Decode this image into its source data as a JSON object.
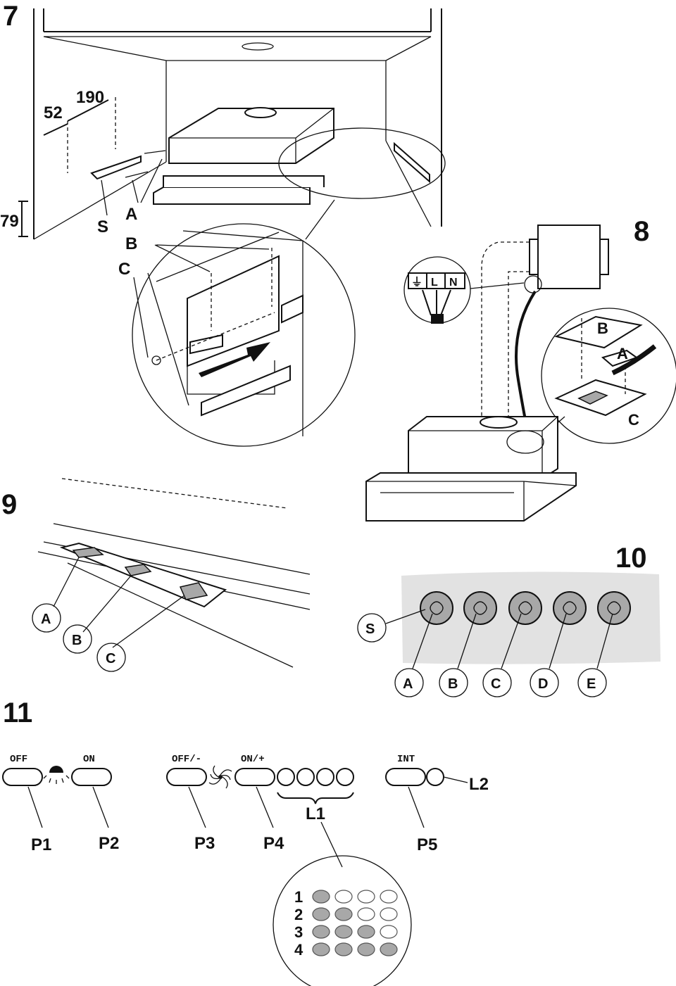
{
  "figures": {
    "fig7": {
      "number": "7",
      "dimensions": [
        "190",
        "52",
        "79"
      ],
      "labels": {
        "s": "S",
        "a": "A",
        "b": "B",
        "c": "C"
      }
    },
    "fig8": {
      "number": "8",
      "terminal": {
        "earth": "⏚",
        "l": "L",
        "n": "N"
      },
      "labels": {
        "a": "A",
        "b": "B",
        "c": "C"
      }
    },
    "fig9": {
      "number": "9",
      "labels": {
        "a": "A",
        "b": "B",
        "c": "C"
      }
    },
    "fig10": {
      "number": "10",
      "labels": {
        "s": "S",
        "a": "A",
        "b": "B",
        "c": "C",
        "d": "D",
        "e": "E"
      }
    },
    "fig11": {
      "number": "11",
      "buttons": {
        "off": "OFF",
        "on": "ON",
        "off_minus": "OFF/-",
        "on_plus": "ON/+",
        "int": "INT"
      },
      "labels": {
        "p1": "P1",
        "p2": "P2",
        "p3": "P3",
        "p4": "P4",
        "p5": "P5",
        "l1": "L1",
        "l2": "L2"
      },
      "speed_table": {
        "rows": [
          {
            "label": "1",
            "leds_on": 1
          },
          {
            "label": "2",
            "leds_on": 2
          },
          {
            "label": "3",
            "leds_on": 3
          },
          {
            "label": "4",
            "leds_on": 4
          }
        ],
        "leds_per_row": 4
      }
    }
  },
  "colors": {
    "ink": "#111111",
    "panel_grey": "#e2e2e2",
    "knob_grey": "#a8a8a8"
  }
}
